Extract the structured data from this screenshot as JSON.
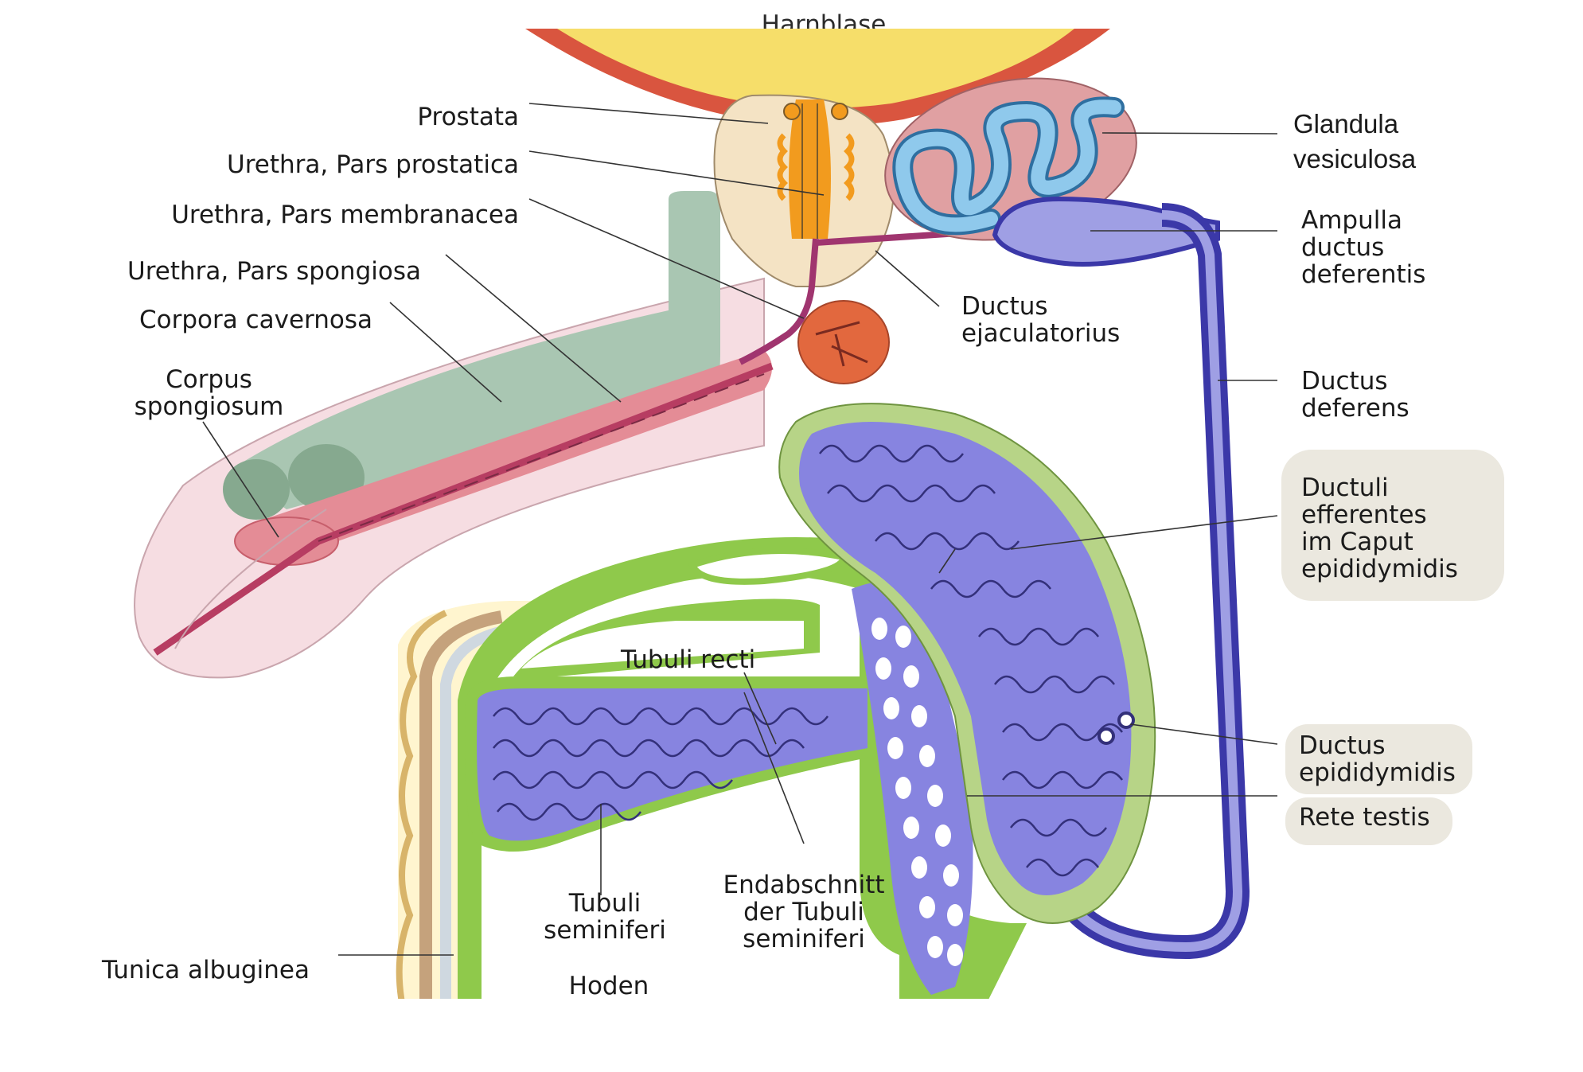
{
  "diagram": {
    "top_cut_label": "Harnblase",
    "colors": {
      "bladder_wall": "#d9553f",
      "bladder_fill": "#f6de6a",
      "prostate": "#f4e3c4",
      "urethra_gland": "#f29b1e",
      "seminal_vesicle_outer": "#e0a0a2",
      "seminal_vesicle_inner": "#8fc9ec",
      "ductus_deferens": "#3b38a8",
      "ductus_deferens_light": "#9f9fe4",
      "ejaculatory_duct": "#a0356f",
      "corpora_cavernosa": "#a9c6b2",
      "corpus_spongiosum": "#e48c96",
      "penis_skin": "#f6dde2",
      "bulbourethral_gland": "#e2683e",
      "testis_green": "#8fc94b",
      "epididymis_green": "#b7d487",
      "tubules": "#8784e0",
      "callout_box": "#ebe8df"
    },
    "labels": {
      "prostata": "Prostata",
      "urethra_prostatica": "Urethra, Pars prostatica",
      "urethra_membranacea": "Urethra, Pars membranacea",
      "urethra_spongiosa": "Urethra, Pars spongiosa",
      "corpora_cavernosa": "Corpora cavernosa",
      "corpus_spongiosum_1": "Corpus",
      "corpus_spongiosum_2": "spongiosum",
      "glandula_vesiculosa_1": "Glandula",
      "glandula_vesiculosa_2": "vesiculosa",
      "ampulla_1": "Ampulla",
      "ampulla_2": "ductus",
      "ampulla_3": "deferentis",
      "ductus_ejaculatorius_1": "Ductus",
      "ductus_ejaculatorius_2": "ejaculatorius",
      "ductus_deferens_1": "Ductus",
      "ductus_deferens_2": "deferens",
      "ductuli_efferentes_1": "Ductuli",
      "ductuli_efferentes_2": "efferentes",
      "ductuli_efferentes_3": "im Caput",
      "ductuli_efferentes_4": "epididymidis",
      "ductus_epididymidis_1": "Ductus",
      "ductus_epididymidis_2": "epididymidis",
      "rete_testis": "Rete testis",
      "tubuli_recti": "Tubuli recti",
      "tubuli_seminiferi_1": "Tubuli",
      "tubuli_seminiferi_2": "seminiferi",
      "endabschnitt_1": "Endabschnitt",
      "endabschnitt_2": "der Tubuli",
      "endabschnitt_3": "seminiferi",
      "hoden": "Hoden",
      "tunica_albuginea": "Tunica albuginea"
    }
  }
}
